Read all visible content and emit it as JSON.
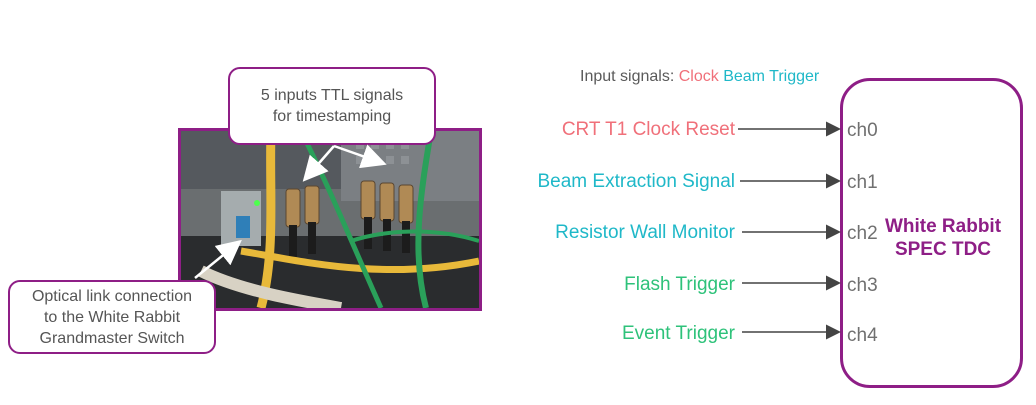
{
  "callouts": {
    "ttl": [
      "5 inputs TTL signals",
      "for timestamping"
    ],
    "optical": [
      "Optical link connection",
      "to the White Rabbit",
      "Grandmaster Switch"
    ]
  },
  "legend": {
    "prefix": "Input signals: ",
    "clock": "Clock",
    "beam": "Beam",
    "trigger": "Trigger"
  },
  "signals": [
    {
      "label": "CRT T1 Clock Reset",
      "channel": "ch0",
      "kind": "clock"
    },
    {
      "label": "Beam Extraction Signal",
      "channel": "ch1",
      "kind": "beam"
    },
    {
      "label": "Resistor Wall Monitor",
      "channel": "ch2",
      "kind": "beam"
    },
    {
      "label": "Flash Trigger",
      "channel": "ch3",
      "kind": "trigger"
    },
    {
      "label": "Event Trigger",
      "channel": "ch4",
      "kind": "trigger"
    }
  ],
  "tdc": {
    "title_line1": "White Rabbit",
    "title_line2": "SPEC TDC"
  },
  "colors": {
    "accent": "#8e1e86",
    "clock": "#f0707a",
    "beam": "#1fb8c8",
    "trigger": "#2ec27a",
    "arrow": "#444444"
  }
}
